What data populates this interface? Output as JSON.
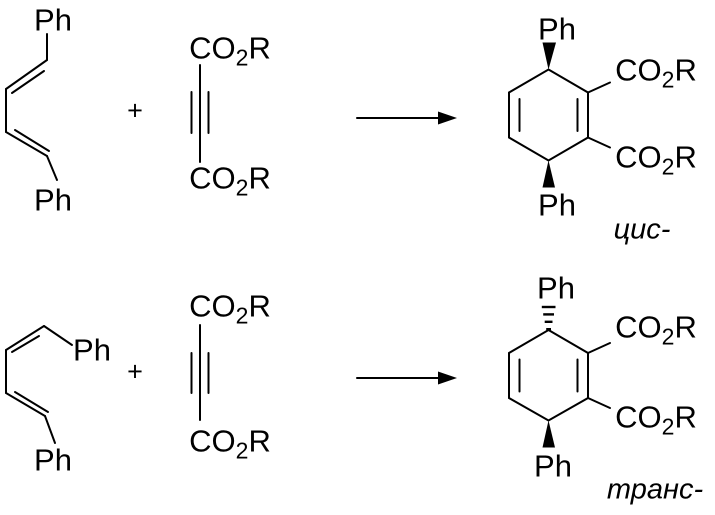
{
  "colors": {
    "ink": "#000000",
    "background": "#ffffff"
  },
  "icons": {
    "arrow": "reaction-arrow",
    "solid_wedge": "solid-wedge-bond",
    "hashed_wedge": "hashed-wedge-bond"
  },
  "rows": [
    {
      "diene": {
        "ph_top": "Ph",
        "ph_bottom": "Ph"
      },
      "plus": "+",
      "dienophile": {
        "ester_top": {
          "pre": "CO",
          "sub": "2",
          "post": "R"
        },
        "ester_bottom": {
          "pre": "CO",
          "sub": "2",
          "post": "R"
        }
      },
      "product": {
        "ph_top": "Ph",
        "ph_bottom": "Ph",
        "ester_top": {
          "pre": "CO",
          "sub": "2",
          "post": "R"
        },
        "ester_bottom": {
          "pre": "CO",
          "sub": "2",
          "post": "R"
        },
        "stereo_label": "цис-"
      }
    },
    {
      "diene": {
        "ph_top": "Ph",
        "ph_bottom": "Ph"
      },
      "plus": "+",
      "dienophile": {
        "ester_top": {
          "pre": "CO",
          "sub": "2",
          "post": "R"
        },
        "ester_bottom": {
          "pre": "CO",
          "sub": "2",
          "post": "R"
        }
      },
      "product": {
        "ph_top": "Ph",
        "ph_bottom": "Ph",
        "ester_top": {
          "pre": "CO",
          "sub": "2",
          "post": "R"
        },
        "ester_bottom": {
          "pre": "CO",
          "sub": "2",
          "post": "R"
        },
        "stereo_label": "транс-"
      }
    }
  ]
}
